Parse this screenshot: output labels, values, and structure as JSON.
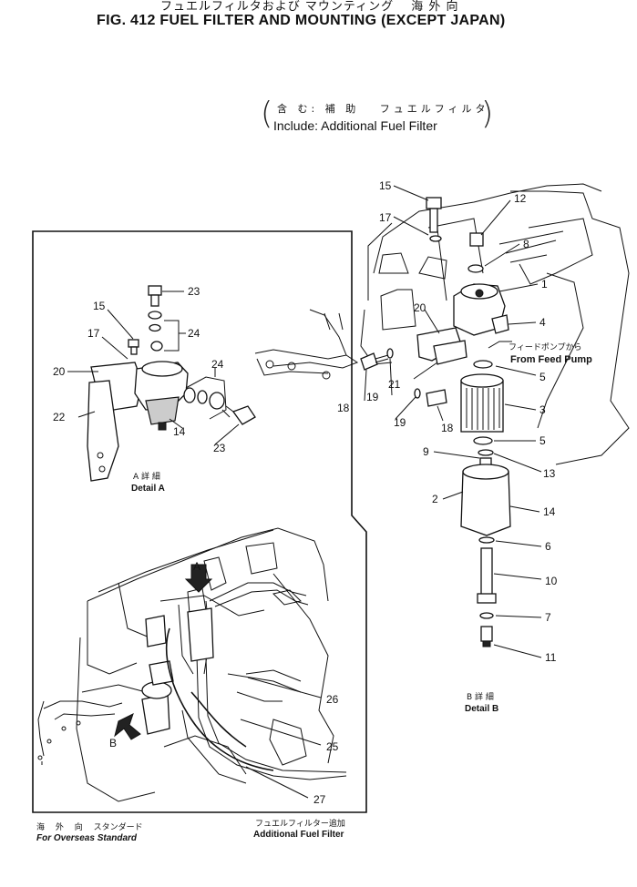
{
  "title": {
    "japanese": "フュエルフィルタおよび マウンティング　 海 外 向",
    "main": "FIG. 412  FUEL FILTER AND MOUNTING (EXCEPT JAPAN)"
  },
  "include_note": {
    "japanese": "含 む: 補 助　 フュエルフィルタ",
    "english": "Include:  Additional Fuel Filter"
  },
  "detail_a": {
    "japanese": "A 詳 細",
    "english": "Detail A"
  },
  "detail_b": {
    "japanese": "B 詳 細",
    "english": "Detail B"
  },
  "feed_pump": {
    "japanese": "フィードポンプから",
    "english": "From Feed Pump"
  },
  "bottom_left": {
    "japanese": "海　 外　 向　 スタンダード",
    "english": "For Overseas Standard"
  },
  "bottom_right": {
    "japanese": "フュエルフィルター追加",
    "english": "Additional Fuel Filter"
  },
  "view_markers": [
    "A",
    "B"
  ],
  "callouts_b": [
    {
      "id": "b15",
      "num": "15"
    },
    {
      "id": "b12",
      "num": "12"
    },
    {
      "id": "b17",
      "num": "17"
    },
    {
      "id": "b8",
      "num": "8"
    },
    {
      "id": "b1",
      "num": "1"
    },
    {
      "id": "b20",
      "num": "20"
    },
    {
      "id": "b4",
      "num": "4"
    },
    {
      "id": "b5a",
      "num": "5"
    },
    {
      "id": "b21",
      "num": "21"
    },
    {
      "id": "b18a",
      "num": "18"
    },
    {
      "id": "b19a",
      "num": "19"
    },
    {
      "id": "b3",
      "num": "3"
    },
    {
      "id": "b19b",
      "num": "19"
    },
    {
      "id": "b18b",
      "num": "18"
    },
    {
      "id": "b5b",
      "num": "5"
    },
    {
      "id": "b9",
      "num": "9"
    },
    {
      "id": "b13",
      "num": "13"
    },
    {
      "id": "b2",
      "num": "2"
    },
    {
      "id": "b14",
      "num": "14"
    },
    {
      "id": "b6",
      "num": "6"
    },
    {
      "id": "b10",
      "num": "10"
    },
    {
      "id": "b7",
      "num": "7"
    },
    {
      "id": "b11",
      "num": "11"
    }
  ],
  "callouts_a": [
    {
      "id": "a23a",
      "num": "23"
    },
    {
      "id": "a15",
      "num": "15"
    },
    {
      "id": "a17",
      "num": "17"
    },
    {
      "id": "a24a",
      "num": "24"
    },
    {
      "id": "a20",
      "num": "20"
    },
    {
      "id": "a24b",
      "num": "24"
    },
    {
      "id": "a22",
      "num": "22"
    },
    {
      "id": "a14",
      "num": "14"
    },
    {
      "id": "a23b",
      "num": "23"
    }
  ],
  "callouts_engine": [
    {
      "id": "e26",
      "num": "26"
    },
    {
      "id": "e25",
      "num": "25"
    },
    {
      "id": "e27",
      "num": "27"
    }
  ]
}
